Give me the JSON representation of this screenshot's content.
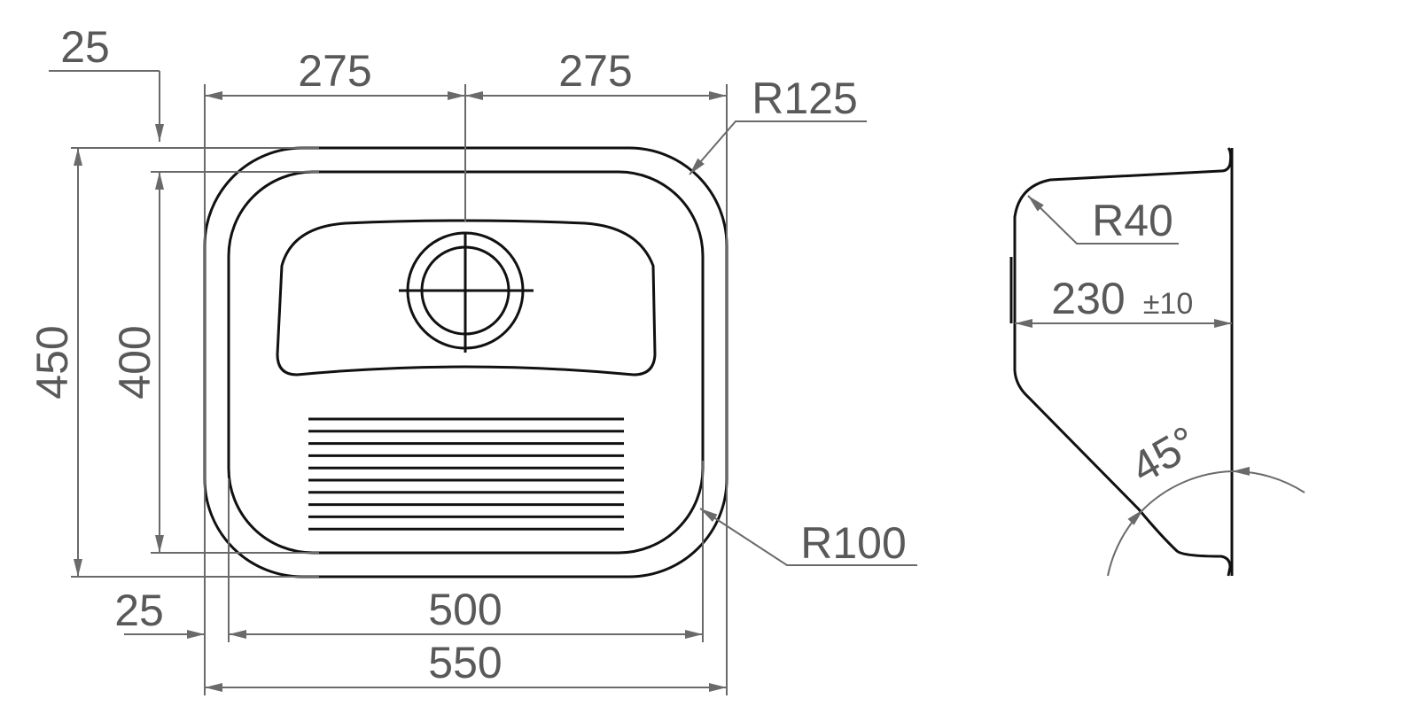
{
  "top_view": {
    "dims": {
      "rim_top": "25",
      "half_left": "275",
      "half_right": "275",
      "corner_outer_radius": "R125",
      "height_outer": "450",
      "height_inner": "400",
      "corner_inner_radius": "R100",
      "rim_left": "25",
      "width_inner": "500",
      "width_outer": "550"
    }
  },
  "side_view": {
    "dims": {
      "corner_radius": "R40",
      "depth": "230",
      "depth_tolerance": "±10",
      "angle": "45°"
    }
  }
}
